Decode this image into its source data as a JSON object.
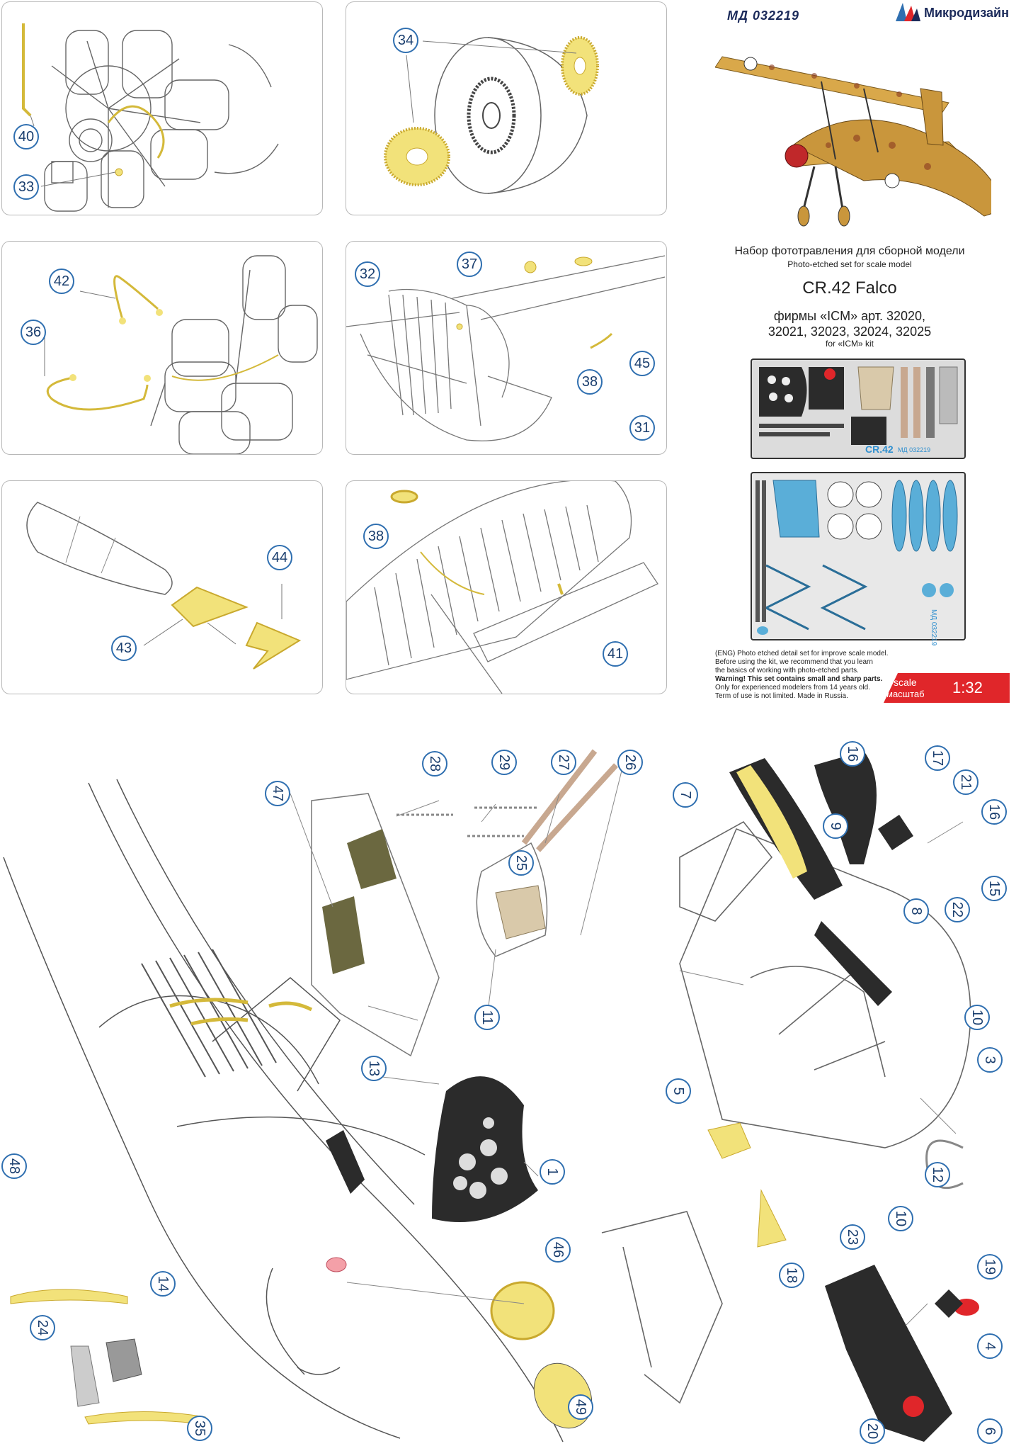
{
  "header": {
    "code": "МД 032219",
    "brand": "Микродизайн"
  },
  "product": {
    "subtitle_ru": "Набор фототравления для сборной модели",
    "subtitle_en": "Photo-etched set for scale model",
    "model": "CR.42 Falco",
    "maker_line1": "фирмы «ICM» арт. 32020,",
    "maker_line2": "32021, 32023, 32024, 32025",
    "maker_line3": "for «ICM» kit"
  },
  "fret1": {
    "label": "CR.42",
    "code": "МД 032219"
  },
  "fret2": {
    "code": "МД 032219"
  },
  "notes": {
    "line1": "(ENG) Photo etched detail set for improve scale model.",
    "line2": "Before using the kit, we recommend that you learn",
    "line3": "the basics of working with photo-etched parts.",
    "line4": "Warning! This set contains small and sharp parts.",
    "line5": "Only for experienced modelers from 14 years old.",
    "line6": "Term of use is not limited. Made in Russia."
  },
  "scale": {
    "label_en": "scale",
    "label_ru": "масштаб",
    "value": "1:32"
  },
  "panels": {
    "p1": [
      "40",
      "33"
    ],
    "p2": [
      "34"
    ],
    "p3": [
      "42",
      "36"
    ],
    "p4": [
      "37",
      "32",
      "45",
      "38",
      "31"
    ],
    "p5": [
      "44",
      "43"
    ],
    "p6": [
      "38",
      "41"
    ]
  },
  "main_callouts": [
    "47",
    "28",
    "29",
    "27",
    "26",
    "25",
    "11",
    "13",
    "1",
    "48",
    "14",
    "24",
    "35",
    "46",
    "49",
    "7",
    "16",
    "17",
    "21",
    "9",
    "16",
    "8",
    "22",
    "15",
    "10",
    "3",
    "5",
    "12",
    "10",
    "19",
    "18",
    "23",
    "4",
    "20",
    "6"
  ],
  "colors": {
    "brass": "#f2e27a",
    "accent_blue": "#2f6fb0",
    "red": "#e0262a",
    "panel_black": "#2b2b2b",
    "fret_blue": "#5aaed8",
    "olive": "#6b6840"
  }
}
